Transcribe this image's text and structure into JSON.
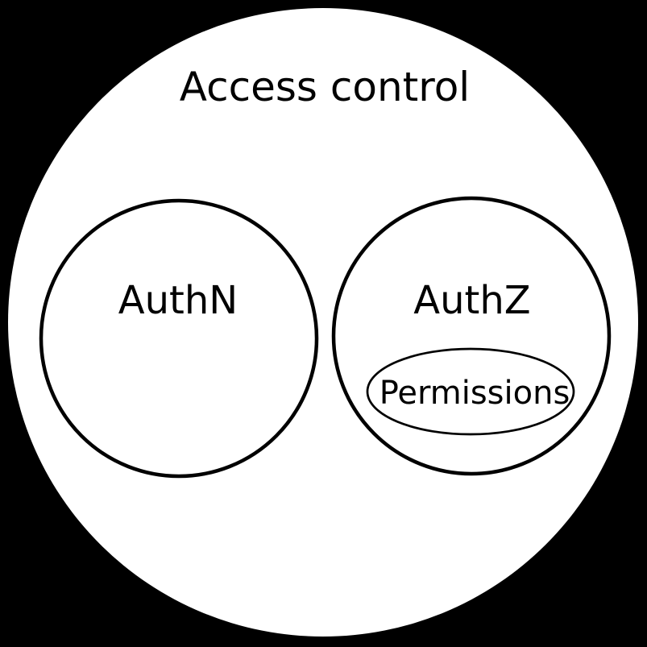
{
  "diagram": {
    "title": "Access control",
    "sets": [
      {
        "label": "AuthN"
      },
      {
        "label": "AuthZ",
        "children": [
          {
            "label": "Permissions"
          }
        ]
      }
    ]
  },
  "colors": {
    "background": "#000000",
    "fill": "#ffffff",
    "stroke": "#000000",
    "text": "#000000"
  }
}
